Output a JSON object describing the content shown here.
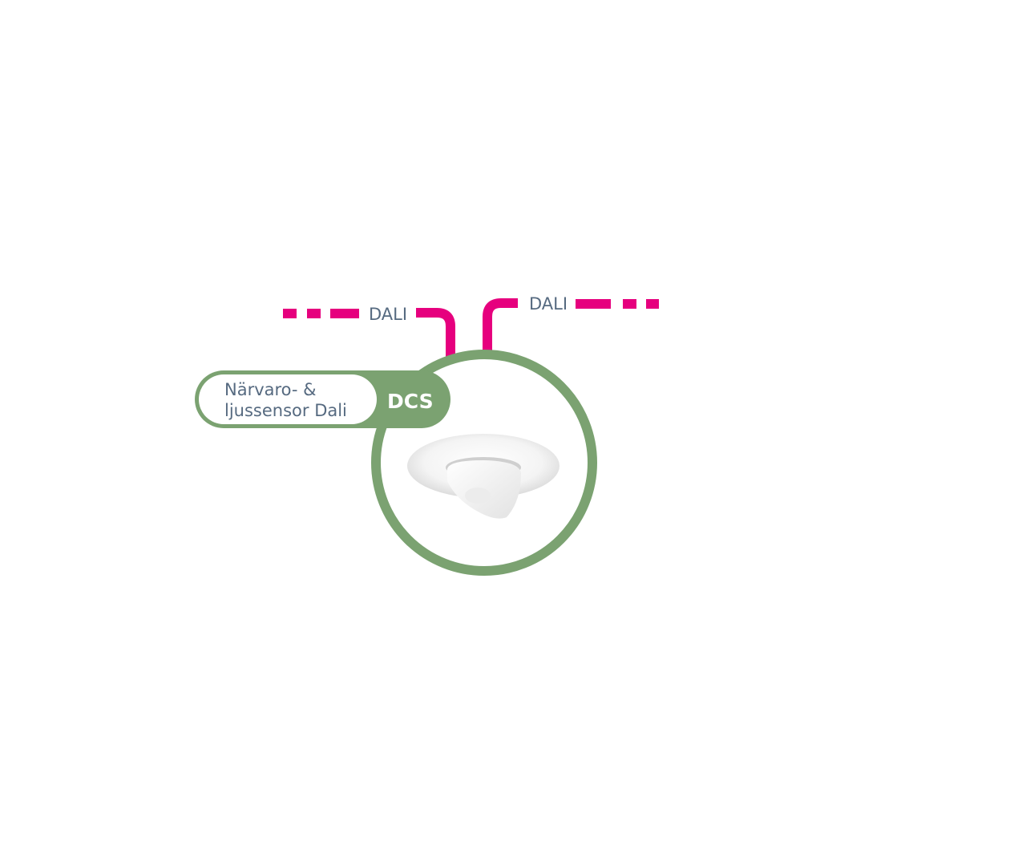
{
  "colors": {
    "dali_line": "#e6007e",
    "accent_green": "#7ba271",
    "text": "#566a80"
  },
  "bus_left": {
    "label": "DALI"
  },
  "bus_right": {
    "label": "DALI"
  },
  "device": {
    "name_line1": "Närvaro- &",
    "name_line2": "ljussensor Dali",
    "code": "DCS",
    "image_icon": "ceiling-presence-sensor"
  }
}
